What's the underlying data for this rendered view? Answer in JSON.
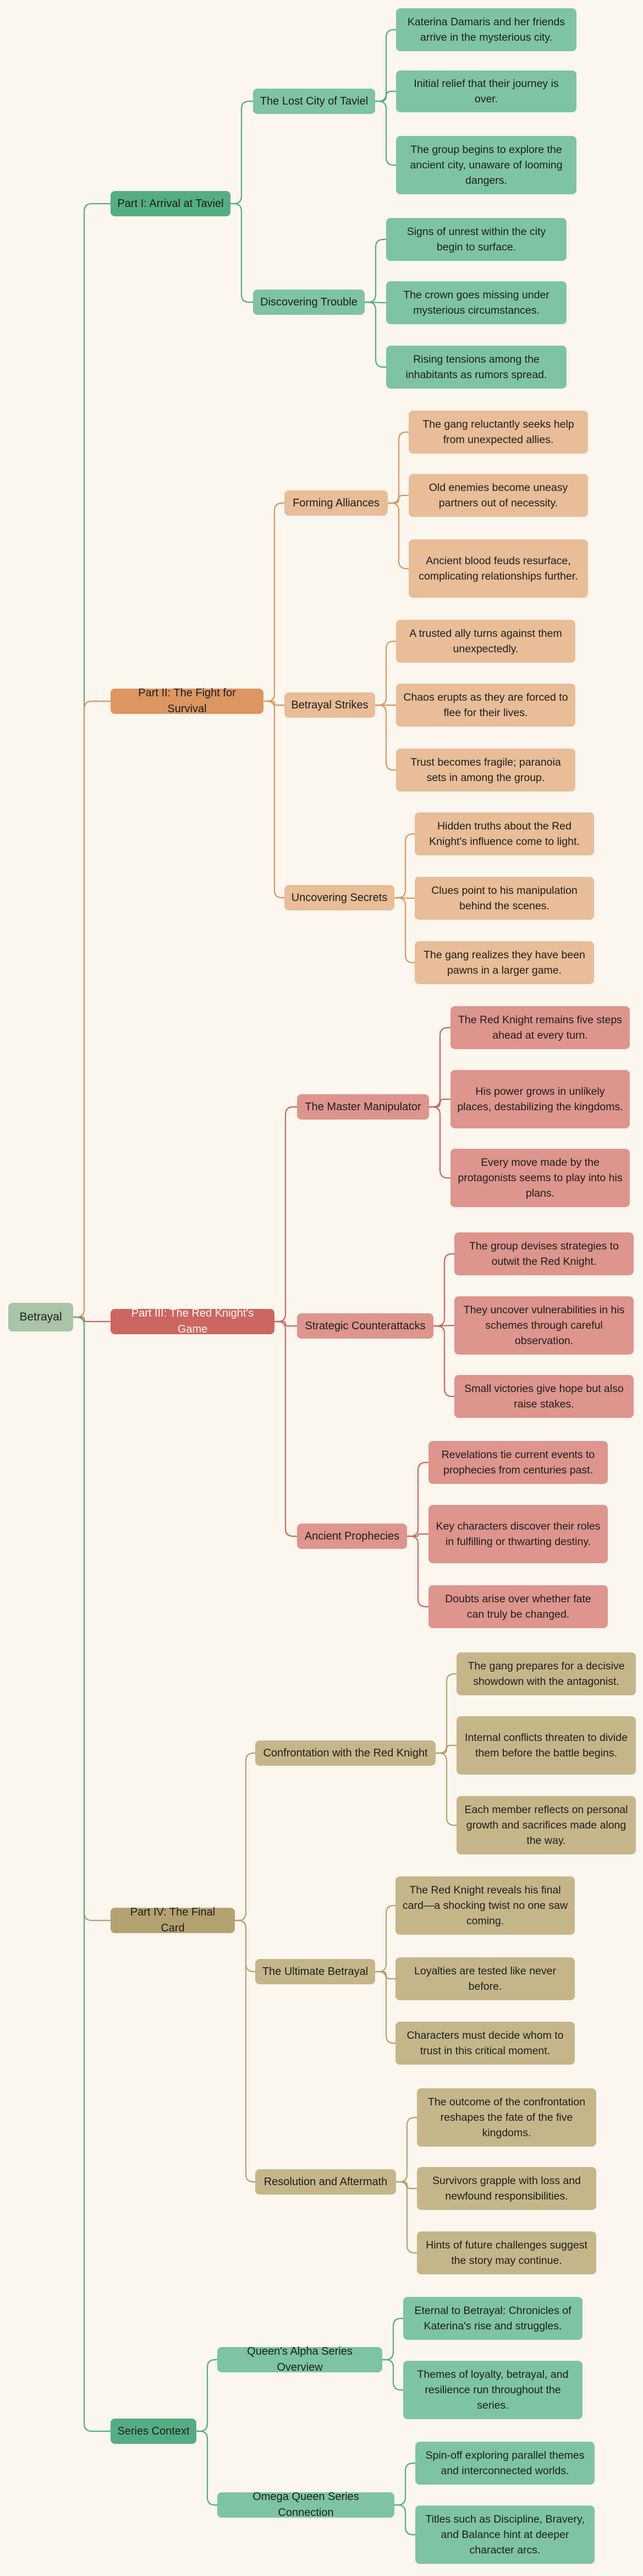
{
  "root": {
    "label": "Betrayal"
  },
  "colors": {
    "root": "#a9c4a7",
    "part1": "#54ad82",
    "part1_child": "#7ec4a2",
    "part2": "#dc9661",
    "part2_child": "#e8bd98",
    "part3": "#cd6661",
    "part3_child": "#dd958d",
    "part4": "#b3a270",
    "part4_child": "#c5b68a",
    "context": "#54ad82",
    "context_child": "#7ec4a2"
  },
  "parts": [
    {
      "label": "Part I: Arrival at Taviel",
      "topics": [
        {
          "label": "The Lost City of Taviel",
          "items": [
            "Katerina Damaris and her friends arrive in the mysterious city.",
            "Initial relief that their journey is over.",
            "The group begins to explore the ancient city, unaware of looming dangers."
          ]
        },
        {
          "label": "Discovering Trouble",
          "items": [
            "Signs of unrest within the city begin to surface.",
            "The crown goes missing under mysterious circumstances.",
            "Rising tensions among the inhabitants as rumors spread."
          ]
        }
      ]
    },
    {
      "label": "Part II: The Fight for Survival",
      "topics": [
        {
          "label": "Forming Alliances",
          "items": [
            "The gang reluctantly seeks help from unexpected allies.",
            "Old enemies become uneasy partners out of necessity.",
            "Ancient blood feuds resurface, complicating relationships further."
          ]
        },
        {
          "label": "Betrayal Strikes",
          "items": [
            "A trusted ally turns against them unexpectedly.",
            "Chaos erupts as they are forced to flee for their lives.",
            "Trust becomes fragile; paranoia sets in among the group."
          ]
        },
        {
          "label": "Uncovering Secrets",
          "items": [
            "Hidden truths about the Red Knight's influence come to light.",
            "Clues point to his manipulation behind the scenes.",
            "The gang realizes they have been pawns in a larger game."
          ]
        }
      ]
    },
    {
      "label": "Part III: The Red Knight's Game",
      "topics": [
        {
          "label": "The Master Manipulator",
          "items": [
            "The Red Knight remains five steps ahead at every turn.",
            "His power grows in unlikely places, destabilizing the kingdoms.",
            "Every move made by the protagonists seems to play into his plans."
          ]
        },
        {
          "label": "Strategic Counterattacks",
          "items": [
            "The group devises strategies to outwit the Red Knight.",
            "They uncover vulnerabilities in his schemes through careful observation.",
            "Small victories give hope but also raise stakes."
          ]
        },
        {
          "label": "Ancient Prophecies",
          "items": [
            "Revelations tie current events to prophecies from centuries past.",
            "Key characters discover their roles in fulfilling or thwarting destiny.",
            "Doubts arise over whether fate can truly be changed."
          ]
        }
      ]
    },
    {
      "label": "Part IV: The Final Card",
      "topics": [
        {
          "label": "Confrontation with the Red Knight",
          "items": [
            "The gang prepares for a decisive showdown with the antagonist.",
            "Internal conflicts threaten to divide them before the battle begins.",
            "Each member reflects on personal growth and sacrifices made along the way."
          ]
        },
        {
          "label": "The Ultimate Betrayal",
          "items": [
            "The Red Knight reveals his final card—a shocking twist no one saw coming.",
            "Loyalties are tested like never before.",
            "Characters must decide whom to trust in this critical moment."
          ]
        },
        {
          "label": "Resolution and Aftermath",
          "items": [
            "The outcome of the confrontation reshapes the fate of the five kingdoms.",
            "Survivors grapple with loss and newfound responsibilities.",
            "Hints of future challenges suggest the story may continue."
          ]
        }
      ]
    },
    {
      "label": "Series Context",
      "topics": [
        {
          "label": "Queen's Alpha Series Overview",
          "items": [
            "Eternal to Betrayal: Chronicles of Katerina's rise and struggles.",
            "Themes of loyalty, betrayal, and resilience run throughout the series."
          ]
        },
        {
          "label": "Omega Queen Series Connection",
          "items": [
            "Spin-off exploring parallel themes and interconnected worlds.",
            "Titles such as Discipline, Bravery, and Balance hint at deeper character arcs."
          ]
        }
      ]
    }
  ]
}
